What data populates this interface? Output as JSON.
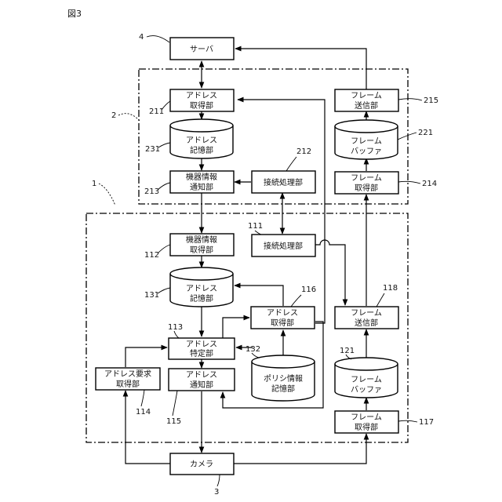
{
  "figure_label": "図3",
  "boxes": {
    "server": {
      "lines": [
        "サーバ"
      ]
    },
    "addr_acq_211": {
      "lines": [
        "アドレス",
        "取得部"
      ]
    },
    "dev_info_notify_213": {
      "lines": [
        "機器情報",
        "通知部"
      ]
    },
    "conn_proc_212": {
      "lines": [
        "接続処理部"
      ]
    },
    "frame_send_215": {
      "lines": [
        "フレーム",
        "送信部"
      ]
    },
    "frame_acq_214": {
      "lines": [
        "フレーム",
        "取得部"
      ]
    },
    "dev_info_acq_112": {
      "lines": [
        "機器情報",
        "取得部"
      ]
    },
    "conn_proc_111": {
      "lines": [
        "接続処理部"
      ]
    },
    "addr_acq_116": {
      "lines": [
        "アドレス",
        "取得部"
      ]
    },
    "frame_send_118": {
      "lines": [
        "フレーム",
        "送信部"
      ]
    },
    "addr_spec_113": {
      "lines": [
        "アドレス",
        "特定部"
      ]
    },
    "addr_req_114": {
      "lines": [
        "アドレス要求",
        "取得部"
      ]
    },
    "addr_notify_115": {
      "lines": [
        "アドレス",
        "通知部"
      ]
    },
    "frame_acq_117": {
      "lines": [
        "フレーム",
        "取得部"
      ]
    },
    "camera": {
      "lines": [
        "カメラ"
      ]
    }
  },
  "cylinders": {
    "addr_store_231": {
      "lines": [
        "アドレス",
        "記憶部"
      ]
    },
    "frame_buf_221": {
      "lines": [
        "フレーム",
        "バッファ"
      ]
    },
    "addr_store_131": {
      "lines": [
        "アドレス",
        "記憶部"
      ]
    },
    "policy_store_132": {
      "lines": [
        "ポリシ情報",
        "記憶部"
      ]
    },
    "frame_buf_121": {
      "lines": [
        "フレーム",
        "バッファ"
      ]
    }
  },
  "refs": {
    "r4": "4",
    "r2": "2",
    "r1": "1",
    "r3": "3",
    "r211": "211",
    "r231": "231",
    "r213": "213",
    "r212": "212",
    "r215": "215",
    "r221": "221",
    "r214": "214",
    "r111": "111",
    "r112": "112",
    "r131": "131",
    "r116": "116",
    "r118": "118",
    "r113": "113",
    "r132": "132",
    "r121": "121",
    "r114": "114",
    "r115": "115",
    "r117": "117"
  }
}
